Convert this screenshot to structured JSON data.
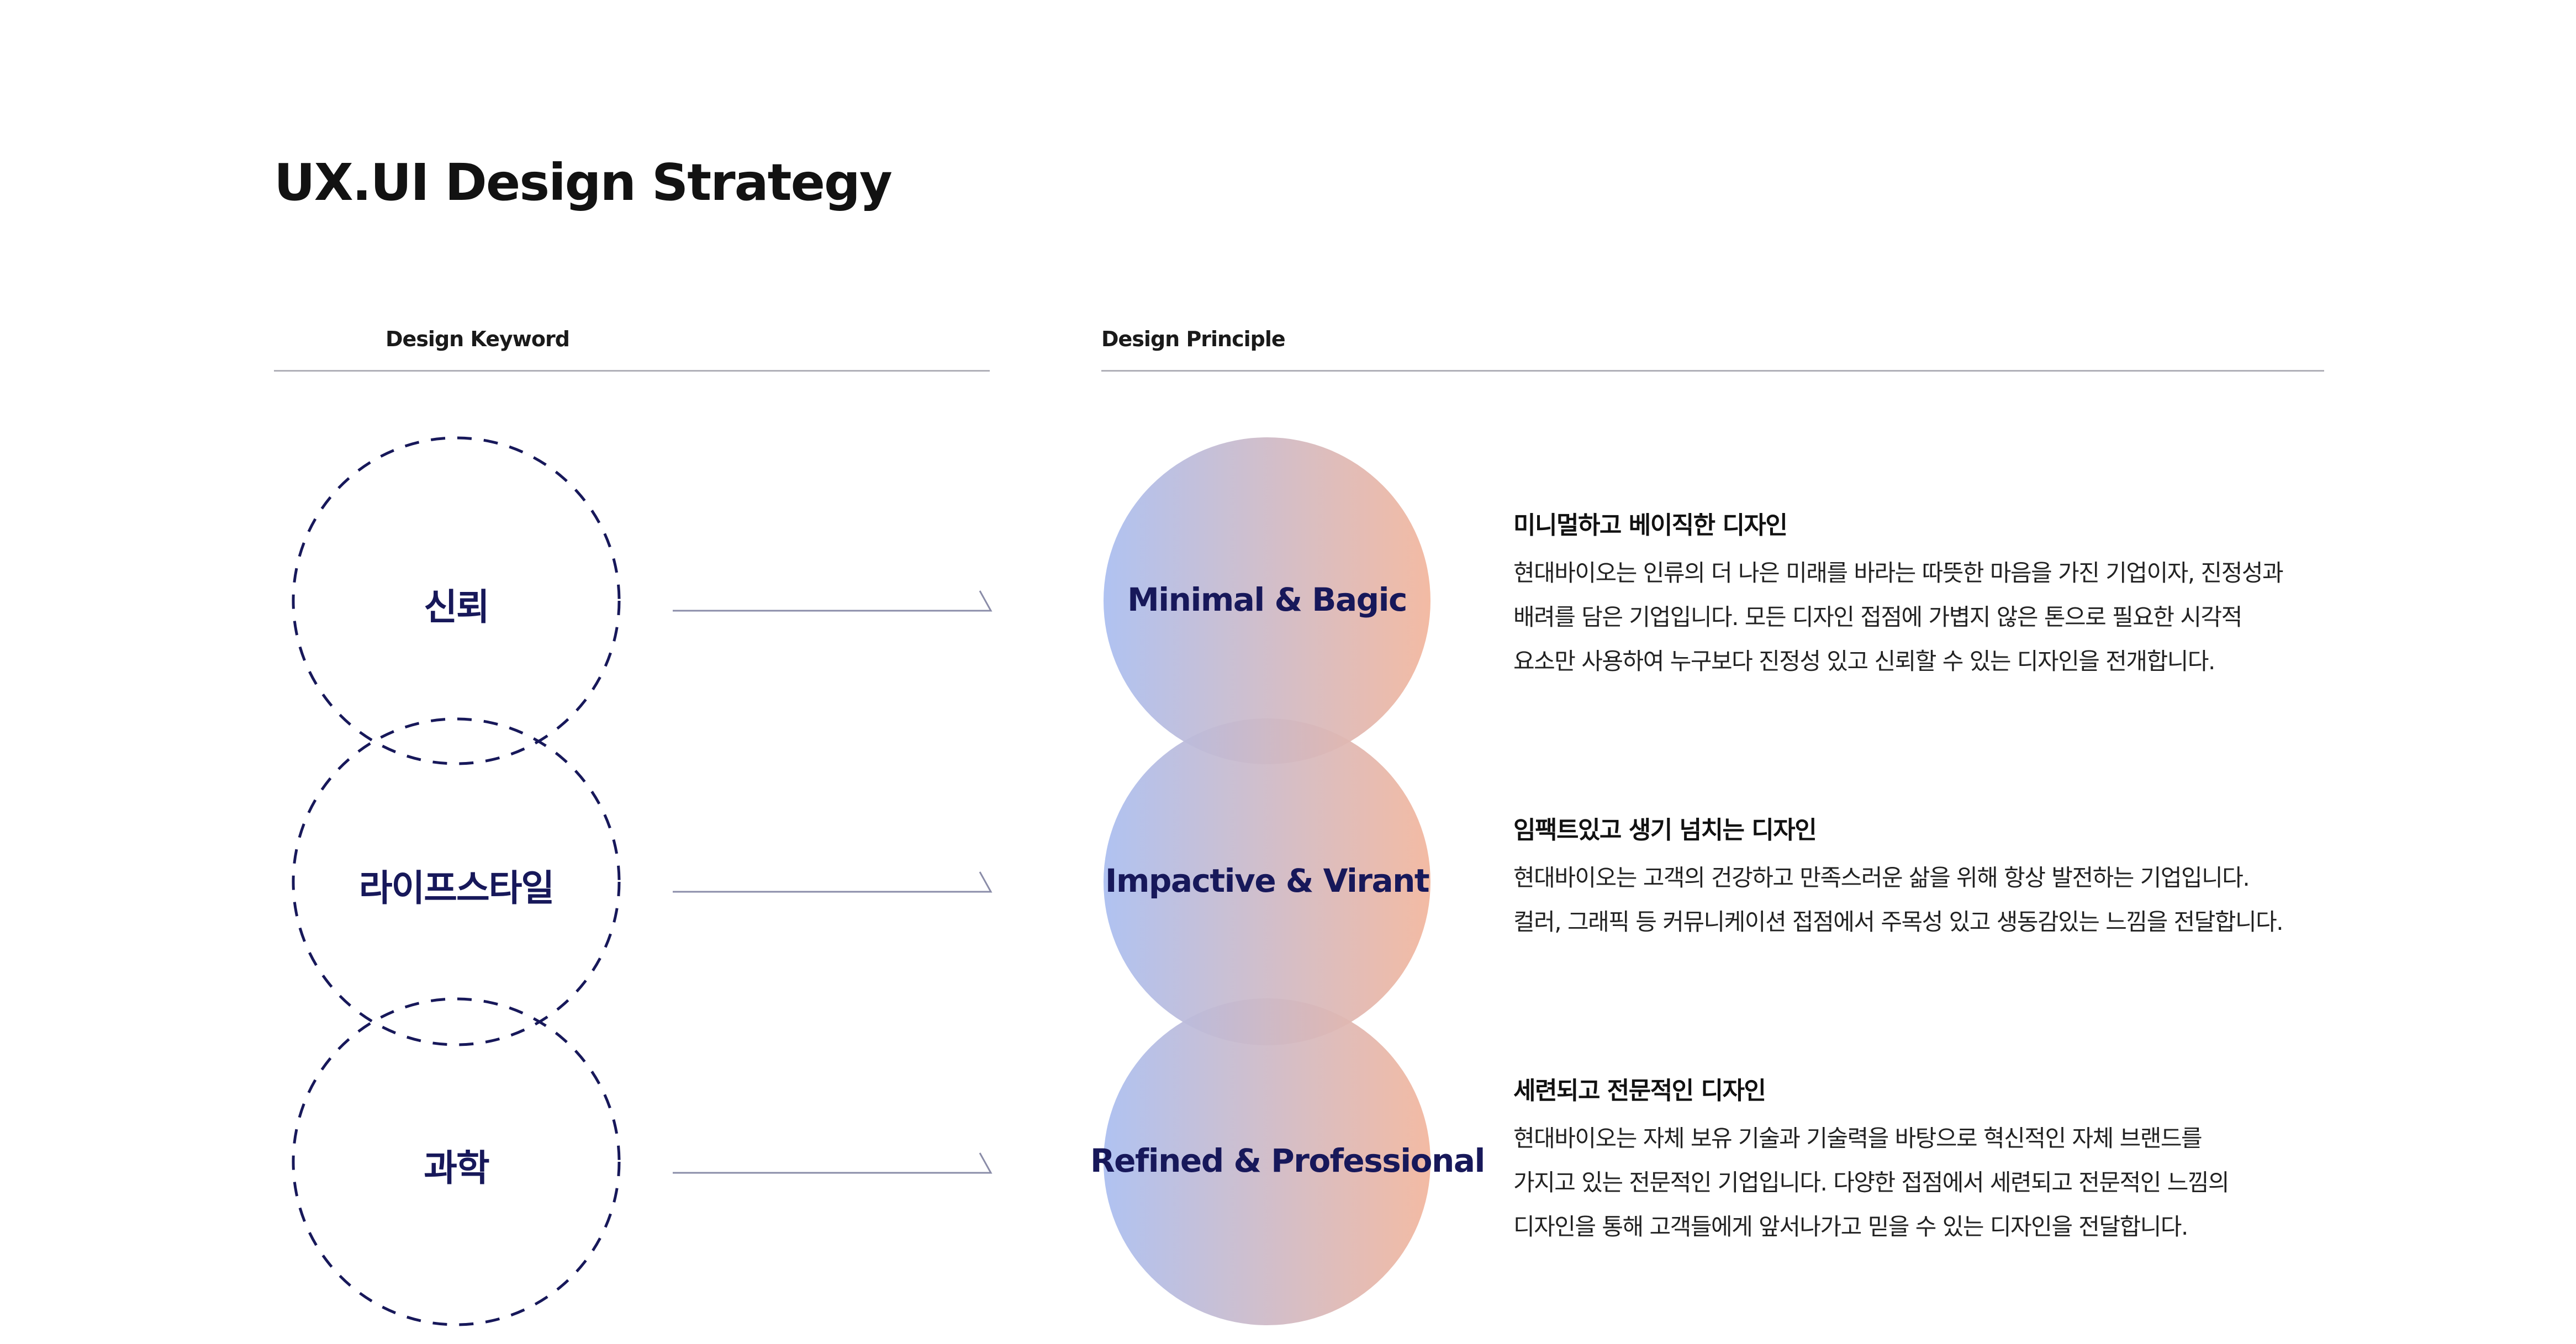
{
  "title": "UX.UI Design Strategy",
  "columns": {
    "keyword_label": "Design Keyword",
    "principle_label": "Design Principle"
  },
  "colors": {
    "gradient_left": "#a9bdf0",
    "gradient_right": "#f2b59c",
    "dash_stroke": "#17185a",
    "keyword_text": "#17185a",
    "arrow_line": "#8a8ca8",
    "rule": "#b0b0b8"
  },
  "rows": [
    {
      "keyword": "신뢰",
      "principle": "Minimal & Bagic",
      "desc_title": "미니멀하고 베이직한 디자인",
      "desc_lines": [
        "현대바이오는 인류의 더 나은 미래를 바라는 따뜻한 마음을 가진 기업이자, 진정성과",
        "배려를 담은 기업입니다. 모든 디자인 접점에 가볍지 않은 톤으로 필요한 시각적",
        "요소만 사용하여 누구보다 진정성 있고 신뢰할 수 있는 디자인을 전개합니다."
      ]
    },
    {
      "keyword": "라이프스타일",
      "principle": "Impactive & Virant",
      "desc_title": "임팩트있고 생기 넘치는 디자인",
      "desc_lines": [
        "현대바이오는 고객의 건강하고 만족스러운 삶을 위해 항상 발전하는 기업입니다.",
        "컬러, 그래픽 등 커뮤니케이션 접점에서 주목성 있고 생동감있는 느낌을 전달합니다."
      ]
    },
    {
      "keyword": "과학",
      "principle": "Refined & Professional",
      "desc_title": "세련되고 전문적인 디자인",
      "desc_lines": [
        "현대바이오는 자체 보유 기술과 기술력을 바탕으로 혁신적인 자체 브랜드를",
        "가지고 있는 전문적인 기업입니다. 다양한 접점에서 세련되고 전문적인 느낌의",
        "디자인을 통해 고객들에게 앞서나가고 믿을 수 있는 디자인을 전달합니다."
      ]
    }
  ]
}
